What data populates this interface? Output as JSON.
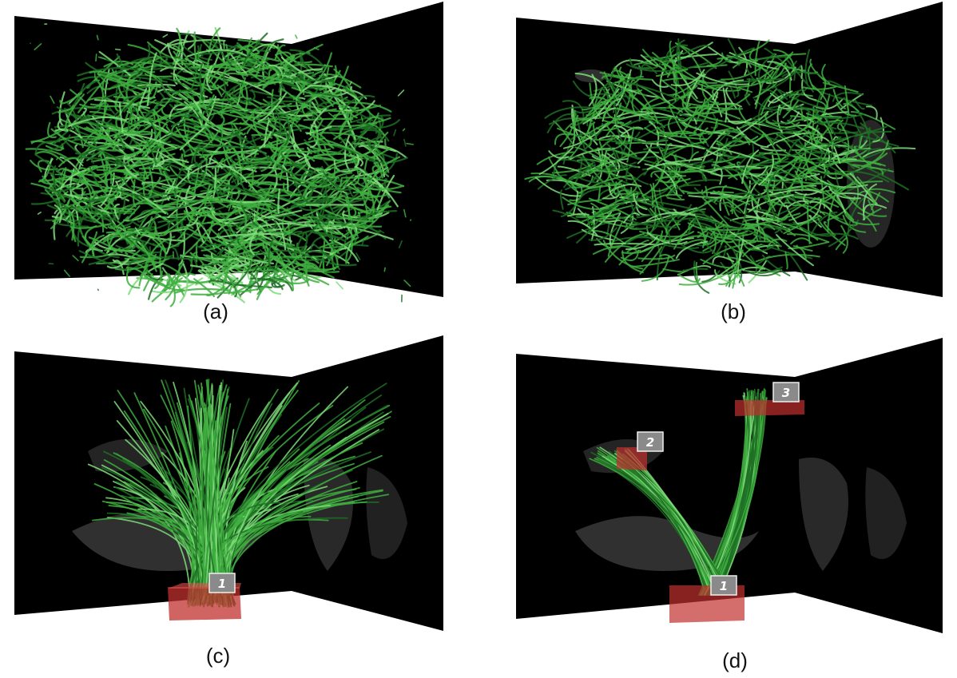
{
  "figure": {
    "panels": [
      {
        "id": "a",
        "caption": "(a)",
        "view": "whole-brain-tractography",
        "fiber_color": "#3fae3f",
        "rois": []
      },
      {
        "id": "b",
        "caption": "(b)",
        "view": "filtered-tractography",
        "fiber_color": "#3fae3f",
        "rois": []
      },
      {
        "id": "c",
        "caption": "(c)",
        "view": "single-roi-selection",
        "fiber_color": "#3fae3f",
        "rois": [
          {
            "label": "1"
          }
        ]
      },
      {
        "id": "d",
        "caption": "(d)",
        "view": "multi-roi-selection",
        "fiber_color": "#3fae3f",
        "rois": [
          {
            "label": "1"
          },
          {
            "label": "2"
          },
          {
            "label": "3"
          }
        ]
      }
    ],
    "colors": {
      "background_plane": "#000000",
      "fiber": "#3fae3f",
      "fiber_dark": "#1f6e25",
      "fiber_light": "#7fdc7a",
      "roi_box": "#c0302f",
      "roi_label_bg": "#8a8a8a",
      "mri_gray": "#9a9a9a"
    }
  }
}
